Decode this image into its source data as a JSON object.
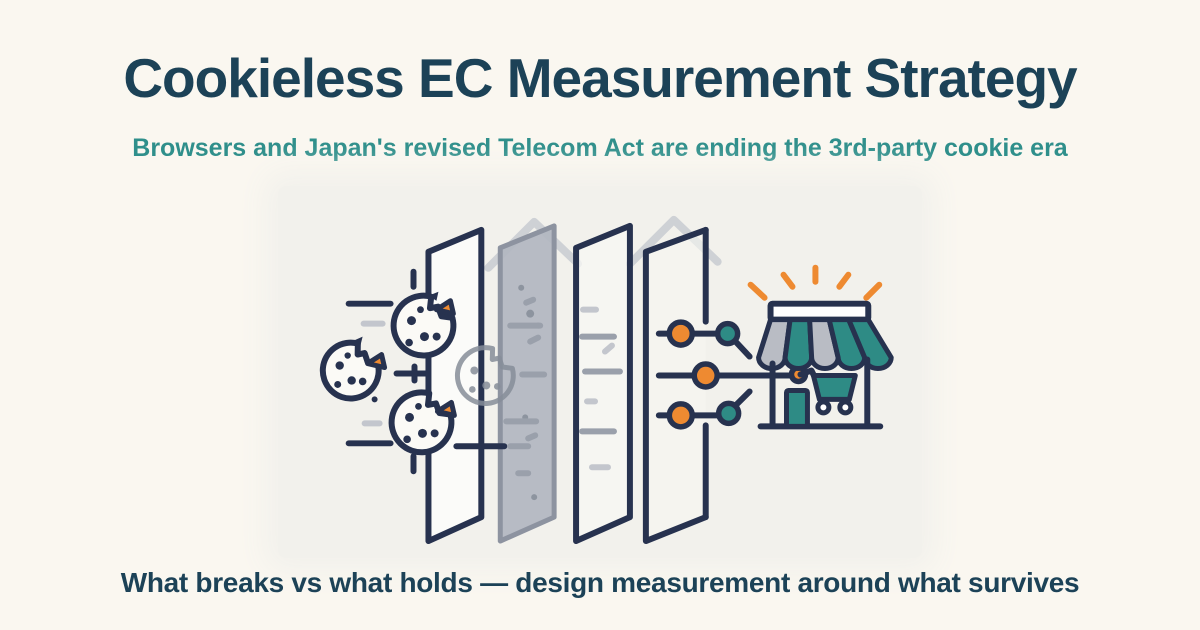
{
  "header": {
    "title": "Cookieless EC Measurement Strategy",
    "subtitle": "Browsers and Japan's revised Telecom Act are ending the 3rd-party cookie era"
  },
  "footer": {
    "caption": "What breaks vs what holds — design measurement around what survives"
  },
  "illustration": {
    "description": "Bitten cookies travel through translucent browser privacy panels; surviving signal nodes connect to an EC storefront with shopping cart",
    "icons": [
      "bitten-cookie-icon",
      "privacy-panel-icon",
      "ghost-cookie-icon",
      "signal-node-graph-icon",
      "storefront-icon",
      "awning-icon",
      "shopping-cart-icon",
      "sparkle-rays-icon"
    ]
  },
  "theme": {
    "colors": {
      "bg": "#faf7f0",
      "backdrop": "#f2f1ec",
      "navy": "#27324f",
      "teal": "#2e8b85",
      "orange": "#ee8a31",
      "ghost": "#b5b9c2",
      "title": "#1c4257",
      "subtitle": "#2f8f8b",
      "cookiefill": "#fbfaf6",
      "graystroke": "#8d93a0"
    }
  }
}
